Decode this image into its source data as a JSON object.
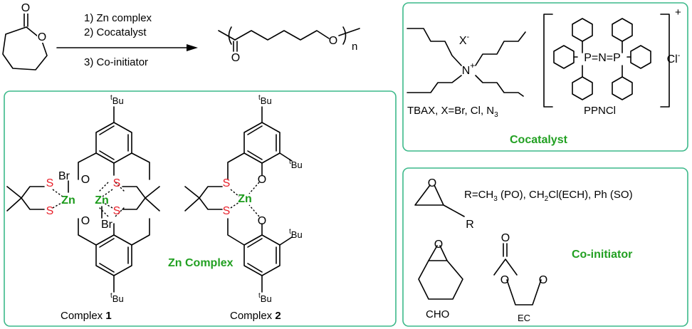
{
  "reaction": {
    "conditions": [
      "1) Zn complex",
      "2) Cocatalyst",
      "3) Co-initiator"
    ],
    "monomer_atom": "O",
    "monomer_carbonyl": "O",
    "polymer_repeat_label": "n",
    "polymer_atoms": [
      "O",
      "O"
    ]
  },
  "zn_complex_panel": {
    "title": "Zn Complex",
    "complex1": {
      "label_prefix": "Complex ",
      "label_number": "1",
      "substituent_tBu": "Bu",
      "tBu_superscript": "t",
      "atoms": {
        "S": "S",
        "Zn": "Zn",
        "O": "O",
        "Br": "Br"
      }
    },
    "complex2": {
      "label_prefix": "Complex ",
      "label_number": "2",
      "substituent_tBu": "Bu",
      "tBu_superscript": "t"
    }
  },
  "cocatalyst_panel": {
    "title": "Cocatalyst",
    "tbax": {
      "label": "TBAX, X=Br, Cl, N",
      "label_subscript": "3",
      "anion": "X",
      "anion_charge": "-",
      "cation_atom": "N",
      "cation_charge": "+"
    },
    "ppncl": {
      "label": "PPNCl",
      "core": "P=N=P",
      "P": "P",
      "N": "N",
      "bracket_charge": "+",
      "counter_ion": "Cl",
      "counter_ion_charge": "-"
    }
  },
  "coinitiator_panel": {
    "title": "Co-initiator",
    "epoxide_R_description": [
      "R=CH",
      "3",
      " (PO), CH",
      "2",
      "Cl(ECH), Ph (SO)"
    ],
    "epoxide_atoms": {
      "O": "O",
      "R": "R"
    },
    "cho_label": "CHO",
    "ec_label": "EC"
  },
  "colors": {
    "panel_border": "#3cb98a",
    "title_green": "#22a022",
    "sulfur_red": "#e8202a",
    "zinc_green": "#1a9a1a"
  }
}
